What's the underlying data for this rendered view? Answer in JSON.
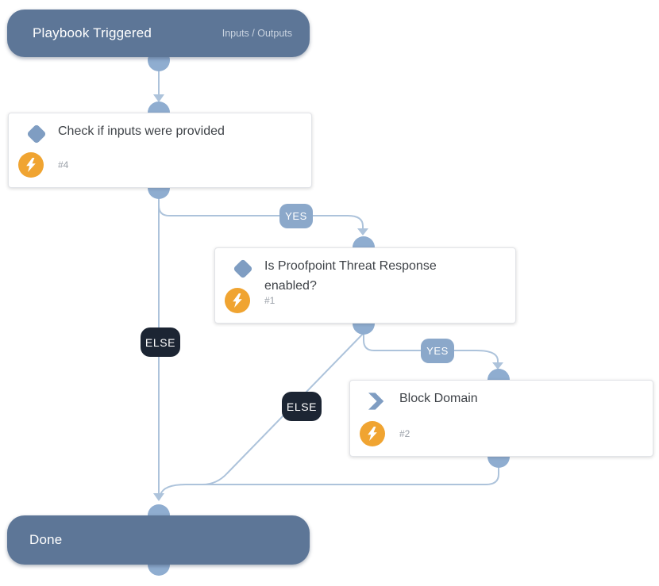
{
  "diagram": {
    "start": {
      "title": "Playbook Triggered",
      "action_label": "Inputs / Outputs"
    },
    "end": {
      "title": "Done"
    },
    "blocks": [
      {
        "type": "decision",
        "title": "Check if inputs were provided",
        "ref": "#4"
      },
      {
        "type": "decision",
        "title": "Is Proofpoint Threat Response enabled?",
        "ref": "#1"
      },
      {
        "type": "action",
        "title": "Block Domain",
        "ref": "#2"
      }
    ],
    "edge_labels": [
      {
        "text": "YES"
      },
      {
        "text": "ELSE"
      },
      {
        "text": "YES"
      },
      {
        "text": "ELSE"
      }
    ],
    "icons": {
      "decision": "diamond-icon",
      "action": "chevron-right-icon",
      "block_badge": "lightning-bolt-icon"
    },
    "colors": {
      "terminal_fill": "#5d7697",
      "terminal_text": "#ffffff",
      "terminal_sub_text": "#c9d3e0",
      "node_fill": "#8fadd0",
      "edge_stroke": "#adc3db",
      "yes_badge_fill": "#8ba8ca",
      "else_badge_fill": "#1c2533",
      "badge_text": "#ffffff",
      "bolt_fill": "#f0a431",
      "shape_icon_fill": "#7f9dc2",
      "block_title_text": "#3f4348",
      "block_ref_text": "#9aa0a8",
      "block_border": "#e2e4e8",
      "canvas_bg": "#ffffff"
    }
  }
}
